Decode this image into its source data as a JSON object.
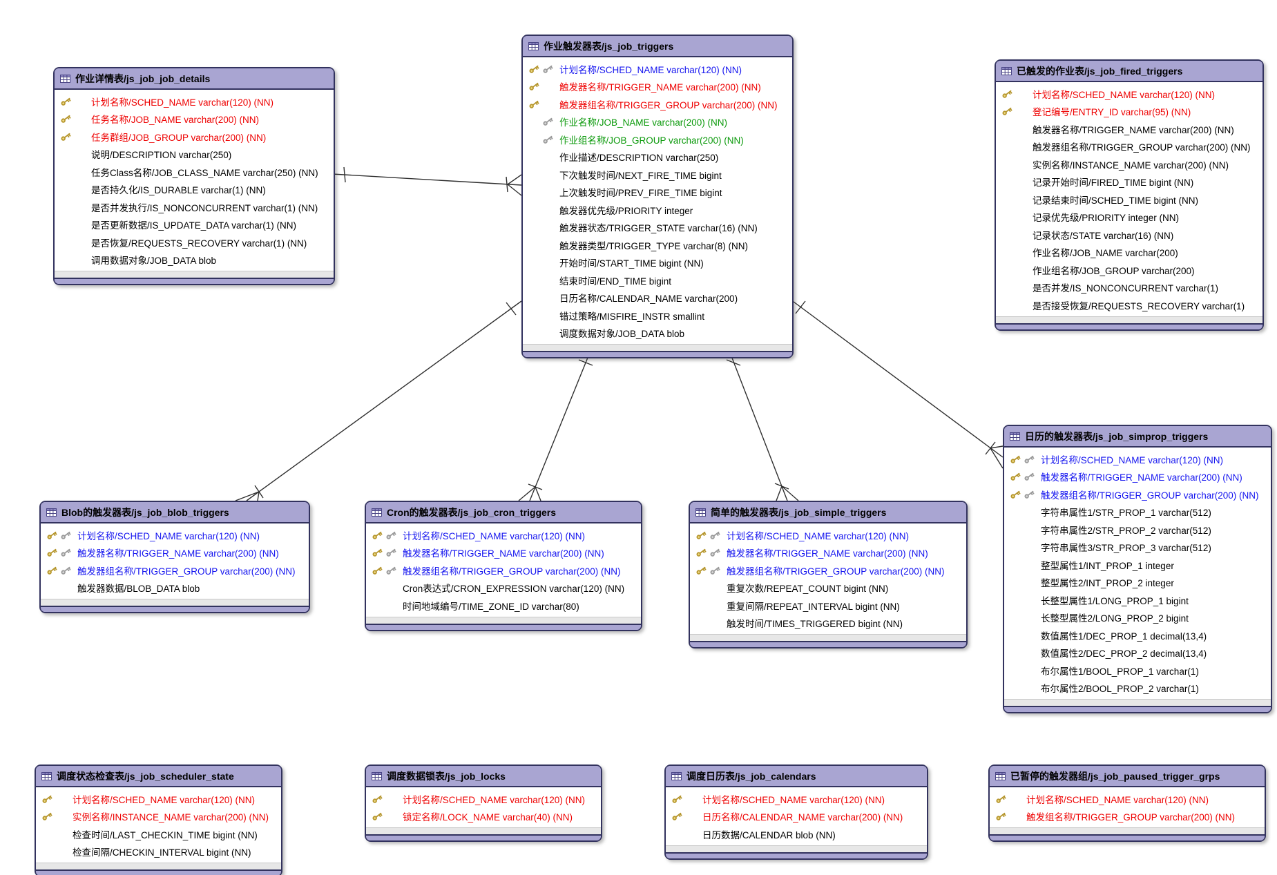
{
  "diagram": {
    "type": "entity-relationship",
    "subject": "Quartz job scheduler database schema (js_job_*)"
  },
  "colors": {
    "table_header_fill": "#a9a5d2",
    "table_border": "#32325e",
    "required_pk_text": "#ee0000",
    "pk_fk_text": "#1515ef",
    "fk_text": "#0c9a0c",
    "normal_text": "#000000",
    "primary_key_icon": "#b5952b",
    "foreign_key_icon": "#9a9a9a",
    "relationship_line": "#2f2f2f"
  },
  "tables": [
    {
      "id": "job_details",
      "title": "作业详情表/js_job_job_details",
      "fields": [
        {
          "label": "计划名称/SCHED_NAME varchar(120) (NN)",
          "color": "red",
          "keys": [
            "primary-key-icon"
          ]
        },
        {
          "label": "任务名称/JOB_NAME varchar(200) (NN)",
          "color": "red",
          "keys": [
            "primary-key-icon"
          ]
        },
        {
          "label": "任务群组/JOB_GROUP varchar(200) (NN)",
          "color": "red",
          "keys": [
            "primary-key-icon"
          ]
        },
        {
          "label": "说明/DESCRIPTION varchar(250)",
          "color": "black",
          "keys": []
        },
        {
          "label": "任务Class名称/JOB_CLASS_NAME varchar(250) (NN)",
          "color": "black",
          "keys": []
        },
        {
          "label": "是否持久化/IS_DURABLE varchar(1) (NN)",
          "color": "black",
          "keys": []
        },
        {
          "label": "是否并发执行/IS_NONCONCURRENT varchar(1) (NN)",
          "color": "black",
          "keys": []
        },
        {
          "label": "是否更新数据/IS_UPDATE_DATA varchar(1) (NN)",
          "color": "black",
          "keys": []
        },
        {
          "label": "是否恢复/REQUESTS_RECOVERY varchar(1) (NN)",
          "color": "black",
          "keys": []
        },
        {
          "label": "调用数据对象/JOB_DATA blob",
          "color": "black",
          "keys": []
        }
      ]
    },
    {
      "id": "triggers",
      "title": "作业触发器表/js_job_triggers",
      "fields": [
        {
          "label": "计划名称/SCHED_NAME varchar(120) (NN)",
          "color": "blue",
          "keys": [
            "primary-key-icon",
            "foreign-key-icon"
          ]
        },
        {
          "label": "触发器名称/TRIGGER_NAME varchar(200) (NN)",
          "color": "red",
          "keys": [
            "primary-key-icon"
          ]
        },
        {
          "label": "触发器组名称/TRIGGER_GROUP varchar(200) (NN)",
          "color": "red",
          "keys": [
            "primary-key-icon"
          ]
        },
        {
          "label": "作业名称/JOB_NAME varchar(200) (NN)",
          "color": "green",
          "keys": [
            "",
            "foreign-key-icon"
          ]
        },
        {
          "label": "作业组名称/JOB_GROUP varchar(200) (NN)",
          "color": "green",
          "keys": [
            "",
            "foreign-key-icon"
          ]
        },
        {
          "label": "作业描述/DESCRIPTION varchar(250)",
          "color": "black",
          "keys": []
        },
        {
          "label": "下次触发时间/NEXT_FIRE_TIME bigint",
          "color": "black",
          "keys": []
        },
        {
          "label": "上次触发时间/PREV_FIRE_TIME bigint",
          "color": "black",
          "keys": []
        },
        {
          "label": "触发器优先级/PRIORITY integer",
          "color": "black",
          "keys": []
        },
        {
          "label": "触发器状态/TRIGGER_STATE varchar(16) (NN)",
          "color": "black",
          "keys": []
        },
        {
          "label": "触发器类型/TRIGGER_TYPE varchar(8) (NN)",
          "color": "black",
          "keys": []
        },
        {
          "label": "开始时间/START_TIME bigint (NN)",
          "color": "black",
          "keys": []
        },
        {
          "label": "结束时间/END_TIME bigint",
          "color": "black",
          "keys": []
        },
        {
          "label": "日历名称/CALENDAR_NAME varchar(200)",
          "color": "black",
          "keys": []
        },
        {
          "label": "错过策略/MISFIRE_INSTR smallint",
          "color": "black",
          "keys": []
        },
        {
          "label": "调度数据对象/JOB_DATA blob",
          "color": "black",
          "keys": []
        }
      ]
    },
    {
      "id": "fired_triggers",
      "title": "已触发的作业表/js_job_fired_triggers",
      "fields": [
        {
          "label": "计划名称/SCHED_NAME varchar(120) (NN)",
          "color": "red",
          "keys": [
            "primary-key-icon"
          ]
        },
        {
          "label": "登记编号/ENTRY_ID varchar(95) (NN)",
          "color": "red",
          "keys": [
            "primary-key-icon"
          ]
        },
        {
          "label": "触发器名称/TRIGGER_NAME varchar(200) (NN)",
          "color": "black",
          "keys": []
        },
        {
          "label": "触发器组名称/TRIGGER_GROUP varchar(200) (NN)",
          "color": "black",
          "keys": []
        },
        {
          "label": "实例名称/INSTANCE_NAME varchar(200) (NN)",
          "color": "black",
          "keys": []
        },
        {
          "label": "记录开始时间/FIRED_TIME bigint (NN)",
          "color": "black",
          "keys": []
        },
        {
          "label": "记录结束时间/SCHED_TIME bigint (NN)",
          "color": "black",
          "keys": []
        },
        {
          "label": "记录优先级/PRIORITY integer (NN)",
          "color": "black",
          "keys": []
        },
        {
          "label": "记录状态/STATE varchar(16) (NN)",
          "color": "black",
          "keys": []
        },
        {
          "label": "作业名称/JOB_NAME varchar(200)",
          "color": "black",
          "keys": []
        },
        {
          "label": "作业组名称/JOB_GROUP varchar(200)",
          "color": "black",
          "keys": []
        },
        {
          "label": "是否并发/IS_NONCONCURRENT varchar(1)",
          "color": "black",
          "keys": []
        },
        {
          "label": "是否接受恢复/REQUESTS_RECOVERY varchar(1)",
          "color": "black",
          "keys": []
        }
      ]
    },
    {
      "id": "simprop_triggers",
      "title": "日历的触发器表/js_job_simprop_triggers",
      "fields": [
        {
          "label": "计划名称/SCHED_NAME varchar(120) (NN)",
          "color": "blue",
          "keys": [
            "primary-key-icon",
            "foreign-key-icon"
          ]
        },
        {
          "label": "触发器名称/TRIGGER_NAME varchar(200) (NN)",
          "color": "blue",
          "keys": [
            "primary-key-icon",
            "foreign-key-icon"
          ]
        },
        {
          "label": "触发器组名称/TRIGGER_GROUP varchar(200) (NN)",
          "color": "blue",
          "keys": [
            "primary-key-icon",
            "foreign-key-icon"
          ]
        },
        {
          "label": "字符串属性1/STR_PROP_1 varchar(512)",
          "color": "black",
          "keys": []
        },
        {
          "label": "字符串属性2/STR_PROP_2 varchar(512)",
          "color": "black",
          "keys": []
        },
        {
          "label": "字符串属性3/STR_PROP_3 varchar(512)",
          "color": "black",
          "keys": []
        },
        {
          "label": "整型属性1/INT_PROP_1 integer",
          "color": "black",
          "keys": []
        },
        {
          "label": "整型属性2/INT_PROP_2 integer",
          "color": "black",
          "keys": []
        },
        {
          "label": "长整型属性1/LONG_PROP_1 bigint",
          "color": "black",
          "keys": []
        },
        {
          "label": "长整型属性2/LONG_PROP_2 bigint",
          "color": "black",
          "keys": []
        },
        {
          "label": "数值属性1/DEC_PROP_1 decimal(13,4)",
          "color": "black",
          "keys": []
        },
        {
          "label": "数值属性2/DEC_PROP_2 decimal(13,4)",
          "color": "black",
          "keys": []
        },
        {
          "label": "布尔属性1/BOOL_PROP_1 varchar(1)",
          "color": "black",
          "keys": []
        },
        {
          "label": "布尔属性2/BOOL_PROP_2 varchar(1)",
          "color": "black",
          "keys": []
        }
      ]
    },
    {
      "id": "blob_triggers",
      "title": "Blob的触发器表/js_job_blob_triggers",
      "fields": [
        {
          "label": "计划名称/SCHED_NAME varchar(120) (NN)",
          "color": "blue",
          "keys": [
            "primary-key-icon",
            "foreign-key-icon"
          ]
        },
        {
          "label": "触发器名称/TRIGGER_NAME varchar(200) (NN)",
          "color": "blue",
          "keys": [
            "primary-key-icon",
            "foreign-key-icon"
          ]
        },
        {
          "label": "触发器组名称/TRIGGER_GROUP varchar(200) (NN)",
          "color": "blue",
          "keys": [
            "primary-key-icon",
            "foreign-key-icon"
          ]
        },
        {
          "label": "触发器数据/BLOB_DATA blob",
          "color": "black",
          "keys": []
        }
      ]
    },
    {
      "id": "cron_triggers",
      "title": "Cron的触发器表/js_job_cron_triggers",
      "fields": [
        {
          "label": "计划名称/SCHED_NAME varchar(120) (NN)",
          "color": "blue",
          "keys": [
            "primary-key-icon",
            "foreign-key-icon"
          ]
        },
        {
          "label": "触发器名称/TRIGGER_NAME varchar(200) (NN)",
          "color": "blue",
          "keys": [
            "primary-key-icon",
            "foreign-key-icon"
          ]
        },
        {
          "label": "触发器组名称/TRIGGER_GROUP varchar(200) (NN)",
          "color": "blue",
          "keys": [
            "primary-key-icon",
            "foreign-key-icon"
          ]
        },
        {
          "label": "Cron表达式/CRON_EXPRESSION varchar(120) (NN)",
          "color": "black",
          "keys": []
        },
        {
          "label": "时间地域编号/TIME_ZONE_ID varchar(80)",
          "color": "black",
          "keys": []
        }
      ]
    },
    {
      "id": "simple_triggers",
      "title": "简单的触发器表/js_job_simple_triggers",
      "fields": [
        {
          "label": "计划名称/SCHED_NAME varchar(120) (NN)",
          "color": "blue",
          "keys": [
            "primary-key-icon",
            "foreign-key-icon"
          ]
        },
        {
          "label": "触发器名称/TRIGGER_NAME varchar(200) (NN)",
          "color": "blue",
          "keys": [
            "primary-key-icon",
            "foreign-key-icon"
          ]
        },
        {
          "label": "触发器组名称/TRIGGER_GROUP varchar(200) (NN)",
          "color": "blue",
          "keys": [
            "primary-key-icon",
            "foreign-key-icon"
          ]
        },
        {
          "label": "重复次数/REPEAT_COUNT bigint (NN)",
          "color": "black",
          "keys": []
        },
        {
          "label": "重复间隔/REPEAT_INTERVAL bigint (NN)",
          "color": "black",
          "keys": []
        },
        {
          "label": "触发时间/TIMES_TRIGGERED bigint (NN)",
          "color": "black",
          "keys": []
        }
      ]
    },
    {
      "id": "scheduler_state",
      "title": "调度状态检查表/js_job_scheduler_state",
      "fields": [
        {
          "label": "计划名称/SCHED_NAME varchar(120) (NN)",
          "color": "red",
          "keys": [
            "primary-key-icon"
          ]
        },
        {
          "label": "实例名称/INSTANCE_NAME varchar(200) (NN)",
          "color": "red",
          "keys": [
            "primary-key-icon"
          ]
        },
        {
          "label": "检查时间/LAST_CHECKIN_TIME bigint (NN)",
          "color": "black",
          "keys": []
        },
        {
          "label": "检查间隔/CHECKIN_INTERVAL bigint (NN)",
          "color": "black",
          "keys": []
        }
      ]
    },
    {
      "id": "locks",
      "title": "调度数据锁表/js_job_locks",
      "fields": [
        {
          "label": "计划名称/SCHED_NAME varchar(120) (NN)",
          "color": "red",
          "keys": [
            "primary-key-icon"
          ]
        },
        {
          "label": "锁定名称/LOCK_NAME varchar(40) (NN)",
          "color": "red",
          "keys": [
            "primary-key-icon"
          ]
        }
      ]
    },
    {
      "id": "calendars",
      "title": "调度日历表/js_job_calendars",
      "fields": [
        {
          "label": "计划名称/SCHED_NAME varchar(120) (NN)",
          "color": "red",
          "keys": [
            "primary-key-icon"
          ]
        },
        {
          "label": "日历名称/CALENDAR_NAME varchar(200) (NN)",
          "color": "red",
          "keys": [
            "primary-key-icon"
          ]
        },
        {
          "label": "日历数据/CALENDAR blob (NN)",
          "color": "black",
          "keys": []
        }
      ]
    },
    {
      "id": "paused_trigger_grps",
      "title": "已暂停的触发器组/js_job_paused_trigger_grps",
      "fields": [
        {
          "label": "计划名称/SCHED_NAME varchar(120) (NN)",
          "color": "red",
          "keys": [
            "primary-key-icon"
          ]
        },
        {
          "label": "触发组名称/TRIGGER_GROUP varchar(200) (NN)",
          "color": "red",
          "keys": [
            "primary-key-icon"
          ]
        }
      ]
    }
  ],
  "relationships": [
    {
      "from": "js_job_job_details",
      "to": "js_job_triggers",
      "from_cardinality": "one",
      "to_cardinality": "many"
    },
    {
      "from": "js_job_triggers",
      "to": "js_job_blob_triggers",
      "from_cardinality": "one",
      "to_cardinality": "many"
    },
    {
      "from": "js_job_triggers",
      "to": "js_job_cron_triggers",
      "from_cardinality": "one",
      "to_cardinality": "many"
    },
    {
      "from": "js_job_triggers",
      "to": "js_job_simple_triggers",
      "from_cardinality": "one",
      "to_cardinality": "many"
    },
    {
      "from": "js_job_triggers",
      "to": "js_job_simprop_triggers",
      "from_cardinality": "one",
      "to_cardinality": "many"
    }
  ]
}
